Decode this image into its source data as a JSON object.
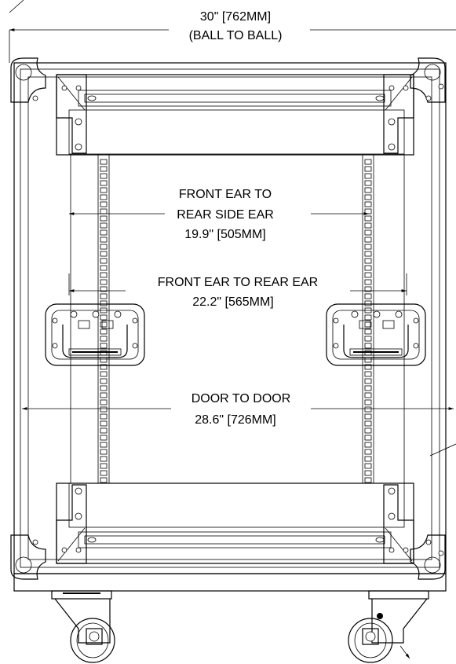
{
  "dimensions": {
    "overall": {
      "line1": "30\" [762MM]",
      "line2": "(BALL TO BALL)"
    },
    "front_to_rear_side": {
      "line1": "FRONT EAR TO",
      "line2": "REAR SIDE EAR",
      "line3": "19.9\" [505MM]"
    },
    "front_to_rear": {
      "line1": "FRONT EAR TO REAR EAR",
      "line2": "22.2\" [565MM]"
    },
    "door_to_door": {
      "line1": "DOOR TO DOOR",
      "line2": "28.6\" [726MM]"
    }
  }
}
